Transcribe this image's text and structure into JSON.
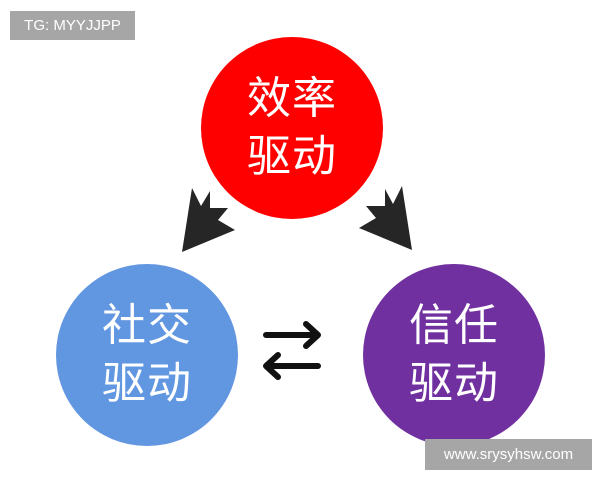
{
  "watermarks": {
    "top_left": "TG: MYYJJPP",
    "bottom_right": "www.srysyhsw.com"
  },
  "nodes": [
    {
      "line1": "效率",
      "line2": "驱动",
      "color": "#ff0000"
    },
    {
      "line1": "社交",
      "line2": "驱动",
      "color": "#6196e1"
    },
    {
      "line1": "信任",
      "line2": "驱动",
      "color": "#7030a0"
    }
  ],
  "arrow_color": "#262626"
}
